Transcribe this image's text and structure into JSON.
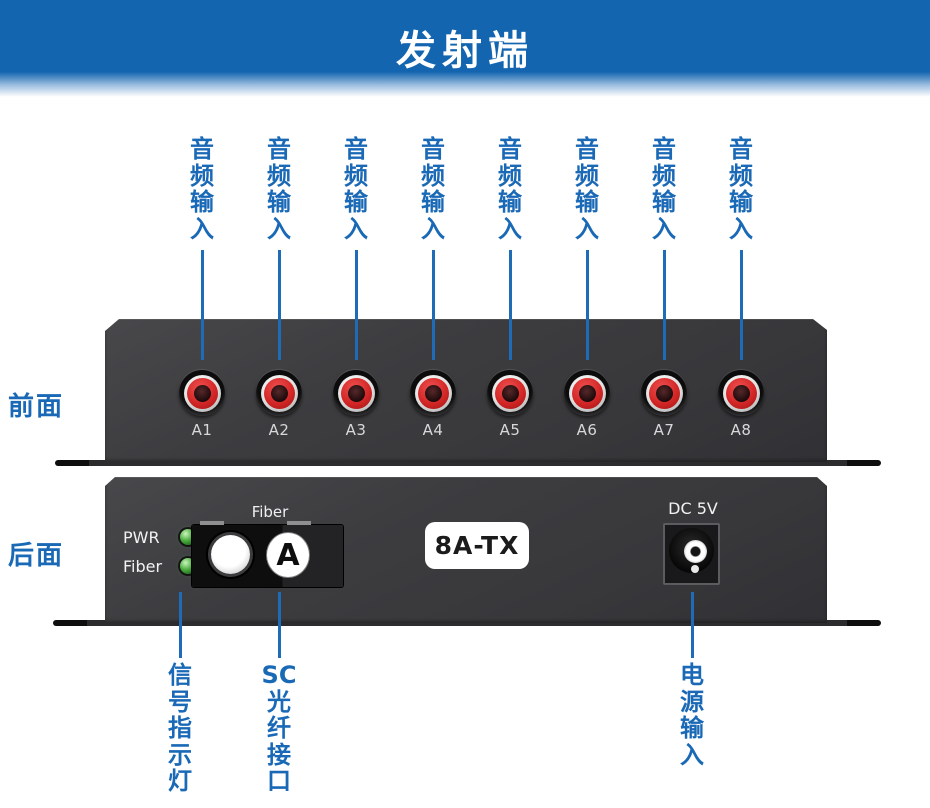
{
  "banner": {
    "title": "发射端"
  },
  "colors": {
    "banner_blue": "#1365b0",
    "label_blue": "#1a69b6",
    "line_blue": "#1e6cb7",
    "panel_dark": "#3a3a3d",
    "jack_red": "#d42727",
    "led_green": "#4cae3f"
  },
  "front_view": {
    "side_label": "前面",
    "ports": [
      {
        "name": "A1",
        "callout": "音频输入"
      },
      {
        "name": "A2",
        "callout": "音频输入"
      },
      {
        "name": "A3",
        "callout": "音频输入"
      },
      {
        "name": "A4",
        "callout": "音频输入"
      },
      {
        "name": "A5",
        "callout": "音频输入"
      },
      {
        "name": "A6",
        "callout": "音频输入"
      },
      {
        "name": "A7",
        "callout": "音频输入"
      },
      {
        "name": "A8",
        "callout": "音频输入"
      }
    ]
  },
  "rear_view": {
    "side_label": "后面",
    "fiber_label": "Fiber",
    "leds": [
      {
        "label": "PWR"
      },
      {
        "label": "Fiber"
      }
    ],
    "sc_letter": "A",
    "model": "8A-TX",
    "power_label": "DC 5V",
    "callouts": [
      {
        "text": "信号指示灯"
      },
      {
        "text": "SC光纤接口"
      },
      {
        "text": "电源输入"
      }
    ]
  }
}
